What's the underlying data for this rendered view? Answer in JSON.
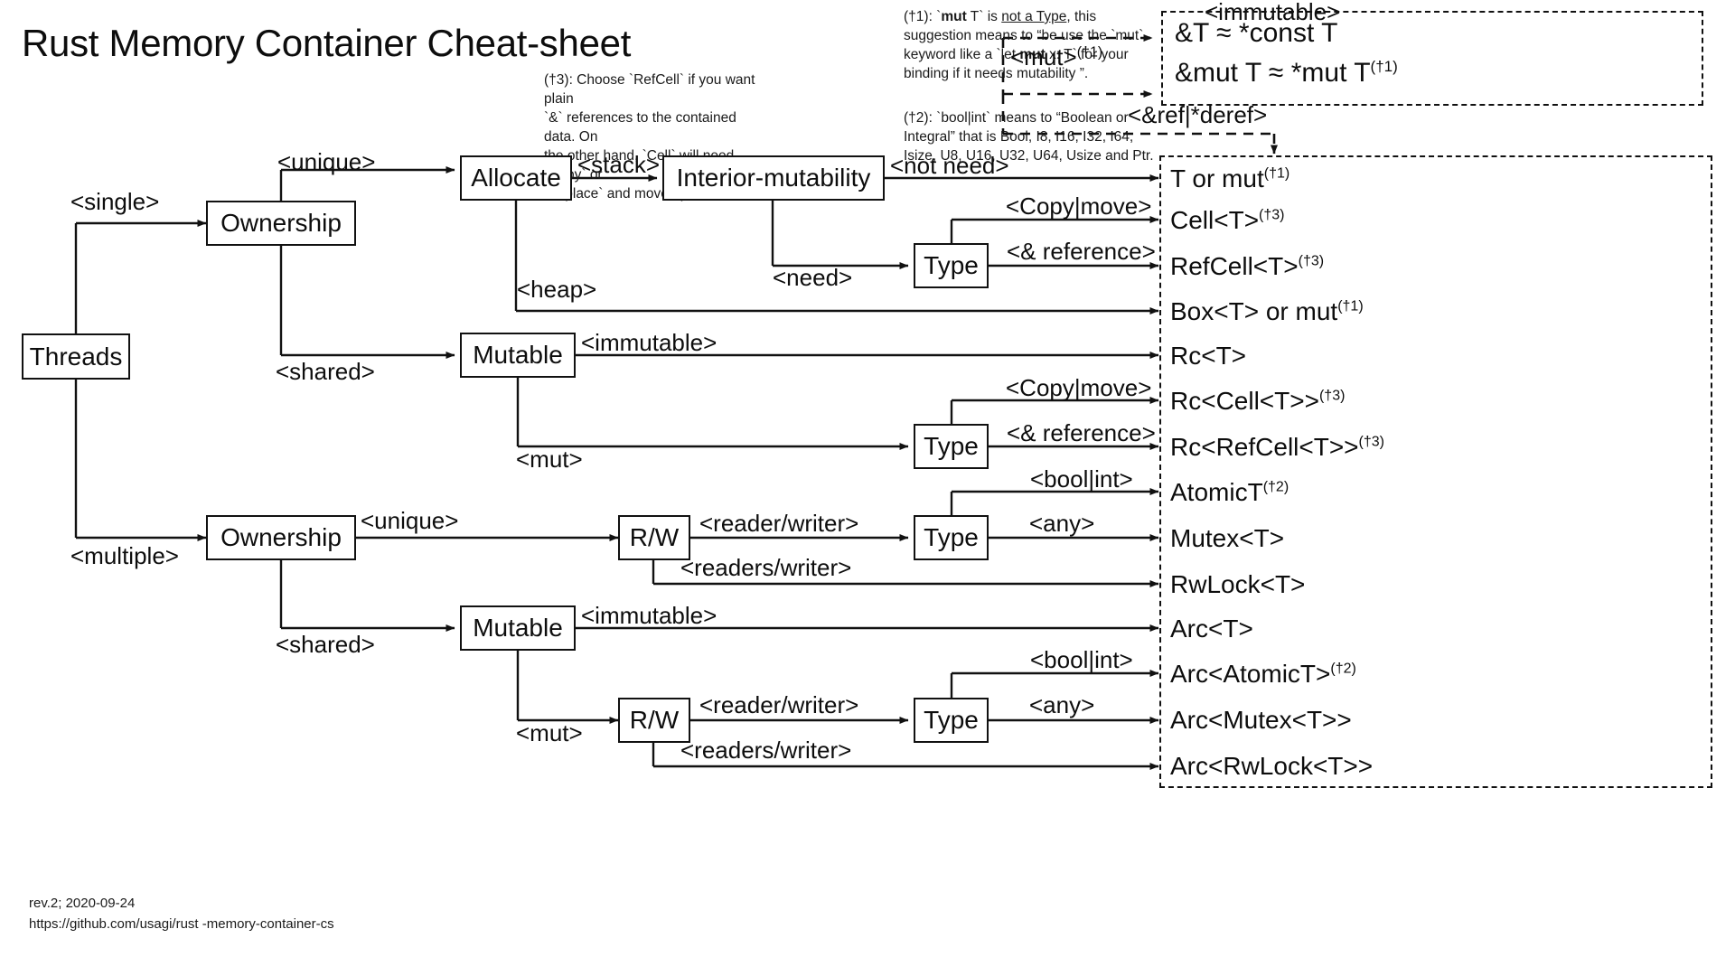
{
  "title": "Rust Memory Container Cheat-sheet",
  "notes": {
    "n3_line1": "(†3): Choose `RefCell` if you want plain",
    "n3_line2": "`&` references to the contained data. On",
    "n3_line3": "the other hand, `Cell` will need `Copy` or",
    "n3_line4": "`.replace` and move operations.",
    "n1_a": "(†1): `",
    "n1_b": "mut",
    "n1_c": " T` is ",
    "n1_d": "not a Type",
    "n1_e": ", this",
    "n1_line2": "suggestion means to “be use the `mut`",
    "n1_line3a": "keyword like a `let ",
    "n1_line3b": "mut",
    "n1_line3c": " x: T` for your",
    "n1_line4": "binding if it needs mutability ”.",
    "n2_line1": "(†2): `bool|int` means to “Boolean or",
    "n2_line2": "Integral” that is Bool, I8, I16, I32, I64,",
    "n2_line3": "Isize, U8, U16, U32, U64,  Usize and Ptr."
  },
  "ref_box": {
    "immutable_label": "<immutable>",
    "mut_label": "<mut>",
    "mut_sup": "(†1)",
    "line1": "&T ≈ *const T",
    "line2": "&mut T ≈ *mut T",
    "line2_sup": "(†1)",
    "deref_label": "<&ref|*deref>"
  },
  "nodes": {
    "threads": "Threads",
    "ownership_single": "Ownership",
    "ownership_multiple": "Ownership",
    "allocate": "Allocate",
    "interior_mutability": "Interior-mutability",
    "type_a": "Type",
    "mutable_single": "Mutable",
    "type_b": "Type",
    "ownership_mt": "Ownership",
    "rw_top": "R/W",
    "type_c": "Type",
    "mutable_multi": "Mutable",
    "rw_bottom": "R/W",
    "type_d": "Type"
  },
  "edges": {
    "single": "<single>",
    "multiple": "<multiple>",
    "unique_top": "<unique>",
    "shared_top": "<shared>",
    "stack": "<stack>",
    "heap": "<heap>",
    "not_need": "<not need>",
    "need": "<need>",
    "copy_move_1": "<Copy|move>",
    "ref_1": "<& reference>",
    "immutable_1": "<immutable>",
    "mut_1": "<mut>",
    "copy_move_2": "<Copy|move>",
    "ref_2": "<& reference>",
    "unique_bottom": "<unique>",
    "shared_bottom": "<shared>",
    "reader_writer_1": "<reader/writer>",
    "readers_writer_1": "<readers/writer>",
    "boolint_1": "<bool|int>",
    "any_1": "<any>",
    "immutable_2": "<immutable>",
    "mut_2": "<mut>",
    "reader_writer_2": "<reader/writer>",
    "readers_writer_2": "<readers/writer>",
    "boolint_2": "<bool|int>",
    "any_2": "<any>"
  },
  "outputs": [
    {
      "text": "T or mut",
      "sup": "(†1)"
    },
    {
      "text": "Cell<T>",
      "sup": "(†3)"
    },
    {
      "text": "RefCell<T>",
      "sup": "(†3)"
    },
    {
      "text": "Box<T> or mut",
      "sup": "(†1)"
    },
    {
      "text": "Rc<T>",
      "sup": ""
    },
    {
      "text": "Rc<Cell<T>>",
      "sup": "(†3)"
    },
    {
      "text": "Rc<RefCell<T>>",
      "sup": "(†3)"
    },
    {
      "text": "AtomicT",
      "sup": "(†2)"
    },
    {
      "text": "Mutex<T>",
      "sup": ""
    },
    {
      "text": "RwLock<T>",
      "sup": ""
    },
    {
      "text": "Arc<T>",
      "sup": ""
    },
    {
      "text": "Arc<AtomicT>",
      "sup": "(†2)"
    },
    {
      "text": "Arc<Mutex<T>>",
      "sup": ""
    },
    {
      "text": "Arc<RwLock<T>>",
      "sup": ""
    }
  ],
  "credits": {
    "rev": "rev.2; 2020-09-24",
    "url": "https://github.com/usagi/rust -memory-container-cs"
  }
}
